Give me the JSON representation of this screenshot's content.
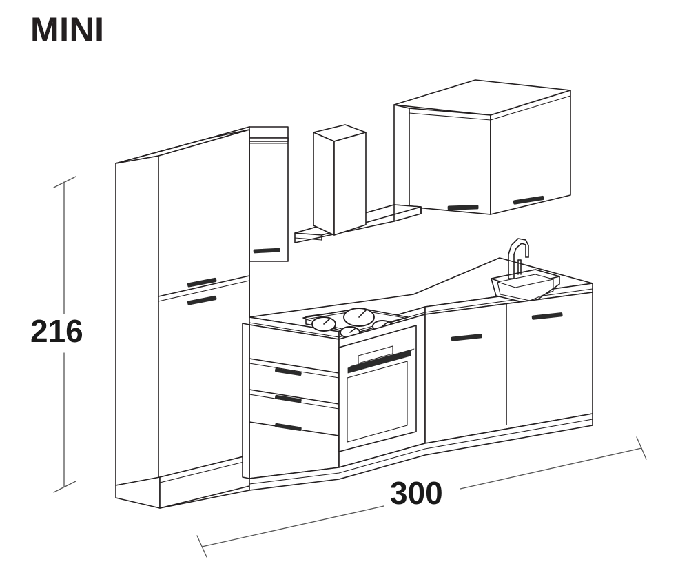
{
  "drawing": {
    "title": "MINI",
    "type": "isometric-technical-drawing",
    "subject": "kitchen-unit-elevation",
    "background_color": "#ffffff",
    "line_color": "#231f20",
    "handle_color": "#2b2b2b",
    "dimension_line_color": "#555555",
    "text_color": "#1a1a1a"
  },
  "dimensions": {
    "height": {
      "value": "216",
      "orientation": "vertical",
      "position": "left"
    },
    "width": {
      "value": "300",
      "orientation": "horizontal",
      "position": "bottom"
    }
  },
  "components": {
    "tall_cabinet": {
      "name": "tall-larder-cabinet",
      "doors": 2,
      "handles": 2
    },
    "tall_cabinet_back": {
      "name": "tall-cabinet-rear",
      "doors": 1,
      "handles": 1
    },
    "wall_cabinets": {
      "name": "wall-cabinet-pair",
      "doors": 2,
      "handles": 2
    },
    "extractor_hood": {
      "name": "extractor-hood",
      "parts": [
        "chimney",
        "canopy"
      ]
    },
    "hob": {
      "name": "cooktop",
      "burners": 4
    },
    "oven": {
      "name": "built-in-oven",
      "parts": [
        "control-panel",
        "handle",
        "glass-door"
      ]
    },
    "drawer_unit": {
      "name": "drawer-stack",
      "drawers": 3,
      "handles": 3
    },
    "base_cabinets": {
      "name": "base-cabinet-pair",
      "doors": 2,
      "handles": 2
    },
    "sink": {
      "name": "kitchen-sink",
      "parts": [
        "basin",
        "faucet"
      ]
    },
    "worktop": {
      "name": "countertop"
    },
    "plinth": {
      "name": "toe-kick-plinth"
    }
  }
}
